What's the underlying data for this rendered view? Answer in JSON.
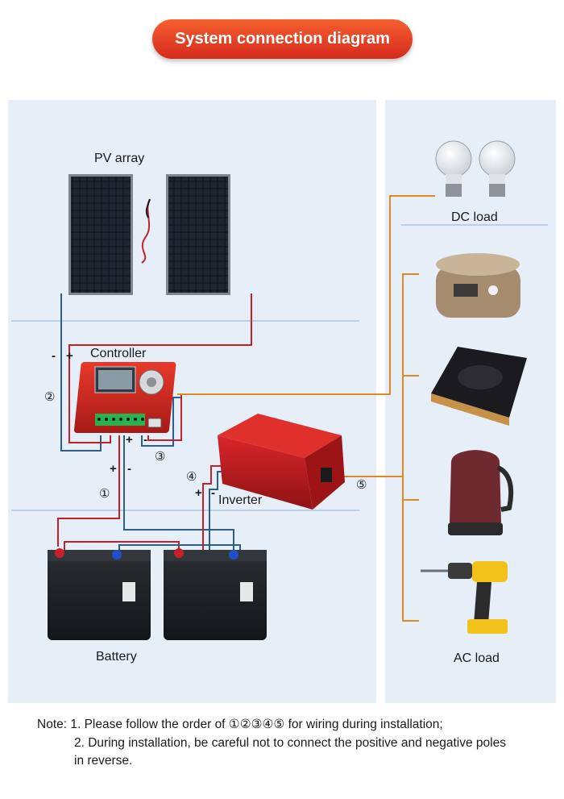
{
  "title": "System connection diagram",
  "labels": {
    "pv_array": "PV array",
    "controller": "Controller",
    "inverter": "Inverter",
    "battery": "Battery",
    "dc_load": "DC load",
    "ac_load": "AC load"
  },
  "signs": {
    "pv_minus": "-",
    "pv_plus": "+",
    "ctrl_batt_plus": "+",
    "ctrl_batt_minus": "-",
    "ctrl_out_plus": "+",
    "ctrl_out_minus": "-",
    "inv_plus": "+",
    "inv_minus": "-"
  },
  "steps": [
    "①",
    "②",
    "③",
    "④",
    "⑤"
  ],
  "note": {
    "line1": "Note: 1. Please follow the order of ①②③④⑤  for wiring during installation;",
    "line2": "2. During installation, be careful not to connect the positive and negative poles",
    "line3": "in reverse."
  },
  "colors": {
    "title_bg": "#e03a22",
    "panel_bg": "#e6eef8",
    "wire_red": "#c8202a",
    "wire_blue": "#2b5f8c",
    "wire_orange": "#e08a22"
  }
}
